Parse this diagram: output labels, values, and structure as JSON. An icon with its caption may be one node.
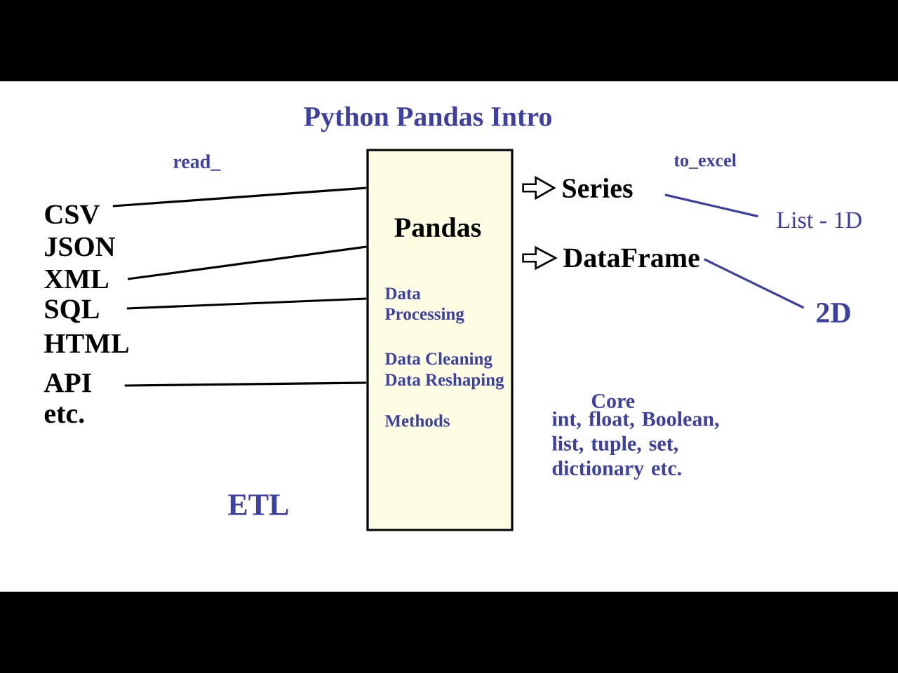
{
  "diagram": {
    "title": "Python Pandas Intro",
    "nodes": [
      {
        "text": [
          "CSV"
        ]
      },
      {
        "text": [
          "XML"
        ]
      },
      {
        "text": [
          "SQL"
        ]
      },
      {
        "text": [
          "API"
        ]
      },
      {
        "text": [
          "Pandas",
          "Data Processing",
          "Data Cleaning",
          "Data Reshaping",
          "Methods"
        ]
      },
      {
        "text": [
          "Series"
        ]
      },
      {
        "text": [
          "DataFrame"
        ]
      },
      {
        "text": [
          "List - 1D"
        ]
      },
      {
        "text": [
          "2D"
        ]
      }
    ],
    "edges": [
      {
        "from": 0,
        "to": 4,
        "arrow": "none"
      },
      {
        "from": 1,
        "to": 4,
        "arrow": "none"
      },
      {
        "from": 2,
        "to": 4,
        "arrow": "none"
      },
      {
        "from": 3,
        "to": 4,
        "arrow": "none"
      },
      {
        "from": 4,
        "to": 5,
        "arrow": "to"
      },
      {
        "from": 4,
        "to": 6,
        "arrow": "to"
      },
      {
        "from": 5,
        "to": 7,
        "arrow": "none",
        "color": "#3c40a4"
      },
      {
        "from": 6,
        "to": 8,
        "arrow": "none",
        "color": "#3c40a4"
      }
    ],
    "labels": [
      "read_",
      "to_excel",
      "JSON",
      "HTML",
      "etc.",
      "ETL",
      "Core",
      "int, float, Boolean, list, tuple, set, dictionary etc."
    ]
  }
}
